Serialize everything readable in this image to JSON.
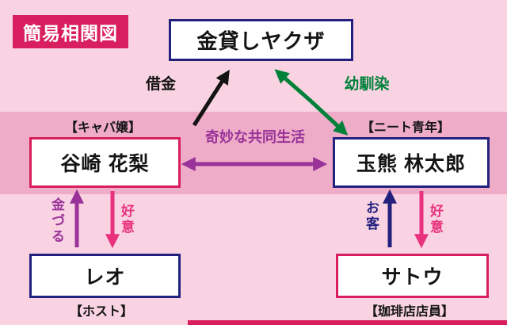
{
  "title": "簡易相関図",
  "colors": {
    "background": "#f9d3e2",
    "band": "#efacc8",
    "crimson": "#d81e5e",
    "navy": "#23217e",
    "green": "#00813a",
    "purple": "#993399",
    "pink": "#e8327d",
    "black": "#141414"
  },
  "nodes": {
    "yakuza": {
      "label": "金貸しヤクザ"
    },
    "karin": {
      "label": "谷崎 花梨",
      "role": "【キャバ嬢】"
    },
    "rintaro": {
      "label": "玉熊 林太郎",
      "role": "【ニート青年】"
    },
    "leo": {
      "label": "レオ",
      "role": "【ホスト】"
    },
    "satou": {
      "label": "サトウ",
      "role": "【珈琲店店員】"
    }
  },
  "edges": {
    "debt": {
      "label": "借金"
    },
    "childhood_friends": {
      "label": "幼馴染"
    },
    "strange_cohabitation": {
      "label": "奇妙な共同生活"
    },
    "cash_cow": {
      "label": "金づる"
    },
    "affection_left": {
      "label": "好意"
    },
    "customer": {
      "label": "お客"
    },
    "affection_right": {
      "label": "好意"
    }
  }
}
